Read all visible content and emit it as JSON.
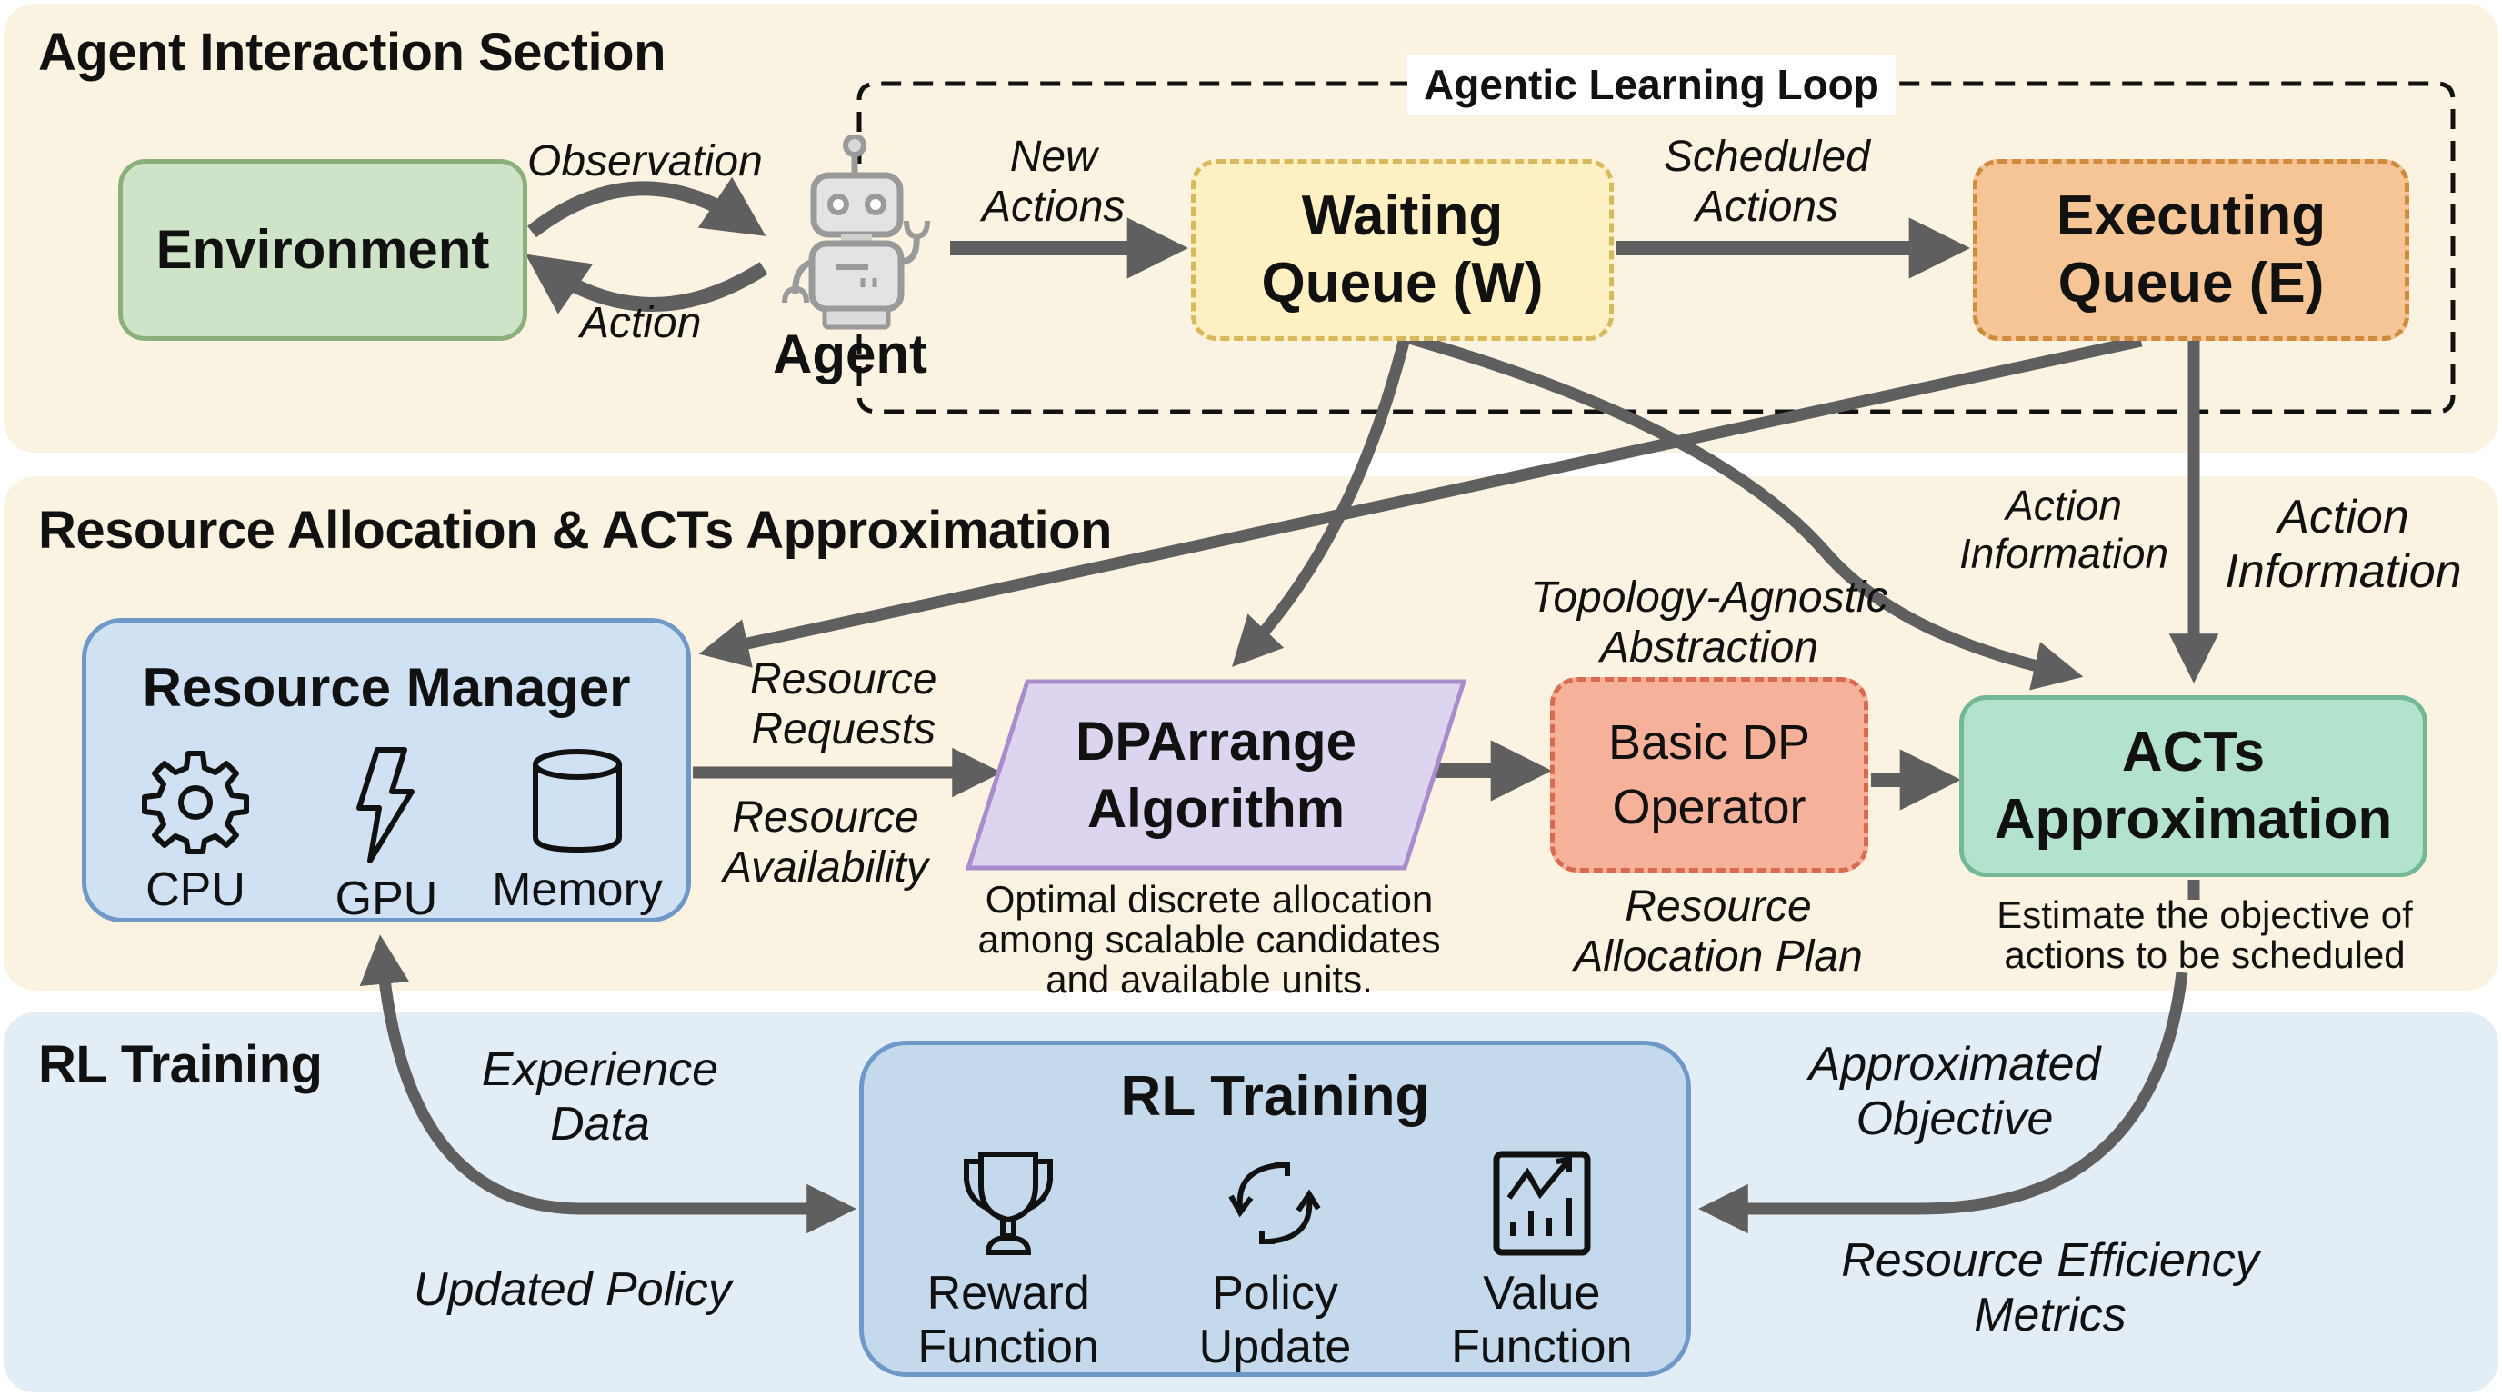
{
  "sections": {
    "agent_interaction": {
      "title": "Agent Interaction Section"
    },
    "resource_allocation": {
      "title": "Resource Allocation & ACTs Approximation"
    },
    "rl_training": {
      "title": "RL Training"
    }
  },
  "agent_section": {
    "environment": "Environment",
    "agent": "Agent",
    "loop_title": "Agentic Learning Loop",
    "waiting_queue": {
      "line1": "Waiting",
      "line2": "Queue (W)"
    },
    "executing_queue": {
      "line1": "Executing",
      "line2": "Queue (E)"
    },
    "edges": {
      "observation": "Observation",
      "action": "Action",
      "new_actions": {
        "line1": "New",
        "line2": "Actions"
      },
      "scheduled_actions": {
        "line1": "Scheduled",
        "line2": "Actions"
      }
    }
  },
  "resource_section": {
    "resource_manager": {
      "title": "Resource Manager",
      "items": [
        {
          "label": "CPU",
          "icon": "gear-icon"
        },
        {
          "label": "GPU",
          "icon": "lightning-icon"
        },
        {
          "label": "Memory",
          "icon": "cylinder-icon"
        }
      ]
    },
    "dparrange": {
      "line1": "DPArrange",
      "line2": "Algorithm"
    },
    "dparrange_caption": {
      "line1": "Optimal discrete allocation",
      "line2": "among scalable candidates",
      "line3": "and available units."
    },
    "basic_dp": {
      "line1": "Basic DP",
      "line2": "Operator"
    },
    "acts": {
      "line1": "ACTs",
      "line2": "Approximation"
    },
    "acts_caption": {
      "line1": "Estimate the objective of",
      "line2": "actions to be scheduled"
    },
    "edges": {
      "resource_requests": {
        "line1": "Resource",
        "line2": "Requests"
      },
      "resource_availability": {
        "line1": "Resource",
        "line2": "Availability"
      },
      "topology": {
        "line1": "Topology-Agnostic",
        "line2": "Abstraction"
      },
      "allocation_plan": {
        "line1": "Resource",
        "line2": "Allocation Plan"
      },
      "action_info_1": {
        "line1": "Action",
        "line2": "Information"
      },
      "action_info_2": {
        "line1": "Action",
        "line2": "Information"
      }
    }
  },
  "rl_section": {
    "box_title": "RL Training",
    "items": [
      {
        "line1": "Reward",
        "line2": "Function",
        "icon": "trophy-icon"
      },
      {
        "line1": "Policy",
        "line2": "Update",
        "icon": "refresh-icon"
      },
      {
        "line1": "Value",
        "line2": "Function",
        "icon": "chart-icon"
      }
    ],
    "edges": {
      "experience_data": {
        "line1": "Experience",
        "line2": "Data"
      },
      "updated_policy": "Updated Policy",
      "approximated_objective": {
        "line1": "Approximated",
        "line2": "Objective"
      },
      "resource_efficiency": {
        "line1": "Resource Efficiency",
        "line2": "Metrics"
      }
    }
  },
  "colors": {
    "section_warm": "#fbf3e1",
    "section_blue": "#e3edf6",
    "arrow": "#5f5f5f",
    "environment": "#cfe3c9",
    "waiting": "#fdf0c2",
    "executing": "#f5c596",
    "resource_manager": "#cfe1f2",
    "dparrange": "#ddd5f0",
    "basic_dp": "#f5b19a",
    "acts": "#b3e3cc",
    "rl_box": "#c4d9ec"
  }
}
